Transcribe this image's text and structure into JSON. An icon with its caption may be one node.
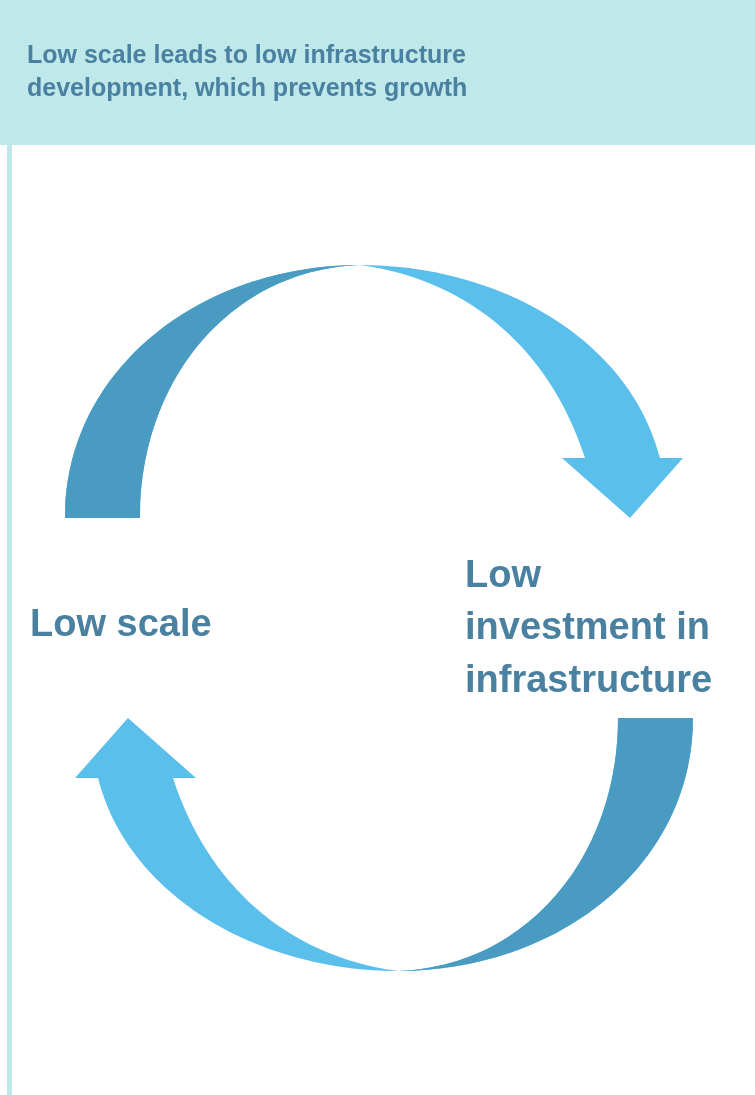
{
  "diagram": {
    "title": "Low scale leads to low infrastructure development, which prevents growth",
    "nodes": [
      {
        "text": [
          "Low scale"
        ]
      },
      {
        "text": [
          "Low investment in infrastructure"
        ]
      }
    ],
    "edges": [
      {
        "from": 0,
        "to": 1,
        "arrow": "to"
      },
      {
        "from": 1,
        "to": 0,
        "arrow": "to"
      }
    ]
  }
}
